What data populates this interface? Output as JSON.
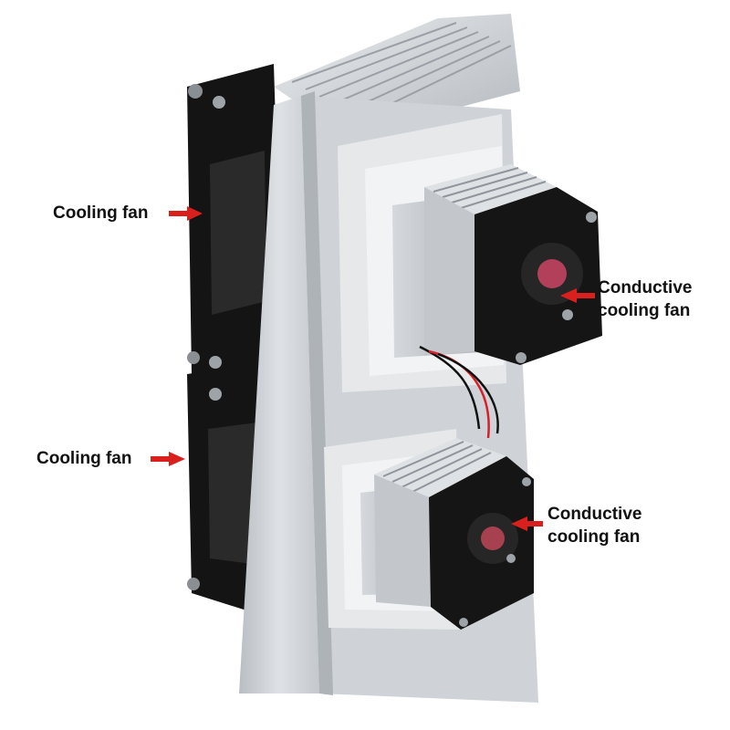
{
  "labels": {
    "fan_top_left": "Cooling fan",
    "fan_bottom_left": "Cooling fan",
    "conductive_top_line1": "Conductive",
    "conductive_top_line2": "cooling fan",
    "conductive_bottom_line1": "Conductive",
    "conductive_bottom_line2": "cooling fan"
  },
  "colors": {
    "arrow": "#d9201c",
    "fan_body": "#141414",
    "aluminum": "#c9cdd1"
  },
  "icons": [
    "arrow-icon"
  ]
}
